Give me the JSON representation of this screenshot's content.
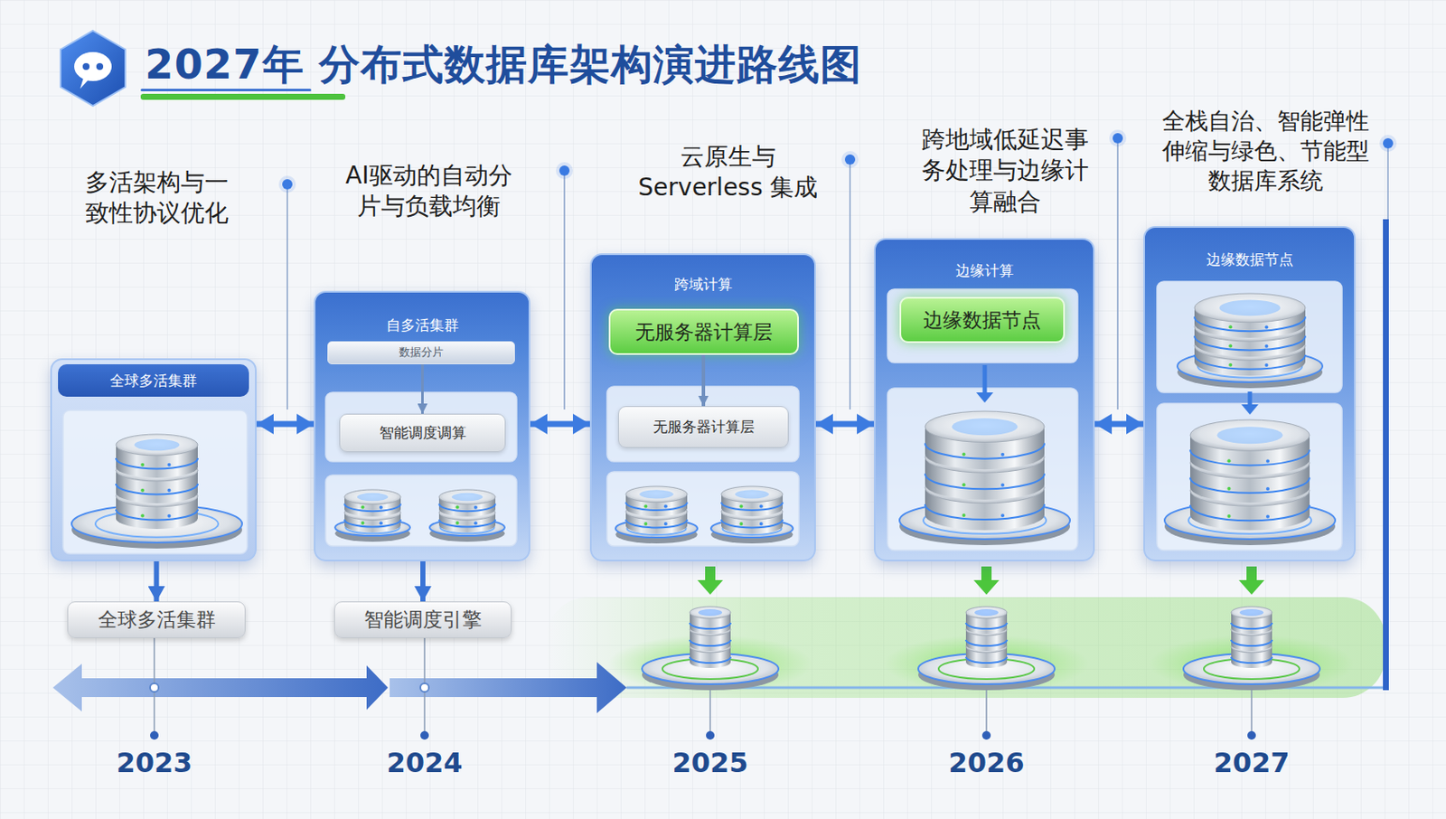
{
  "diagram": {
    "title": "2027年 分布式数据库架构演进路线图",
    "nodes": [
      {
        "text": [
          "全球多活集群"
        ]
      },
      {
        "text": [
          "全球多活集群"
        ]
      },
      {
        "text": [
          "自多活集群"
        ]
      },
      {
        "text": [
          "数据分片"
        ],
        "in": 2
      },
      {
        "text": [
          "智能调度调算"
        ],
        "in": 2
      },
      {
        "text": [
          "智能调度引擎"
        ]
      },
      {
        "text": [
          "跨域计算"
        ]
      },
      {
        "text": [
          "无服务器计算层"
        ],
        "in": 6
      },
      {
        "text": [
          "无服务器计算层"
        ],
        "in": 6
      },
      {
        "text": [
          "边缘计算"
        ]
      },
      {
        "text": [
          "边缘数据节点"
        ],
        "in": 9
      },
      {
        "text": [
          "边缘数据节点"
        ]
      }
    ],
    "edges": [
      {
        "from": 0,
        "to": 1,
        "arrow": "to"
      },
      {
        "from": 0,
        "to": 2,
        "arrow": "both"
      },
      {
        "from": 3,
        "to": 4,
        "arrow": "to"
      },
      {
        "from": 2,
        "to": 5,
        "arrow": "to"
      },
      {
        "from": 2,
        "to": 6,
        "arrow": "both"
      },
      {
        "from": 7,
        "to": 8,
        "arrow": "to"
      },
      {
        "from": 6,
        "to": 9,
        "arrow": "both"
      },
      {
        "from": 9,
        "to": 11,
        "arrow": "both"
      }
    ],
    "labels": [
      "多活架构与一致性协议优化",
      "AI驱动的自动分片与负载均衡",
      "云原生与 Serverless 集成",
      "跨地域低延迟事务处理与边缘计算融合",
      "全栈自治、智能弹性伸缩与绿色、节能型数据库系统",
      "2023",
      "2024",
      "2025",
      "2026",
      "2027"
    ]
  }
}
